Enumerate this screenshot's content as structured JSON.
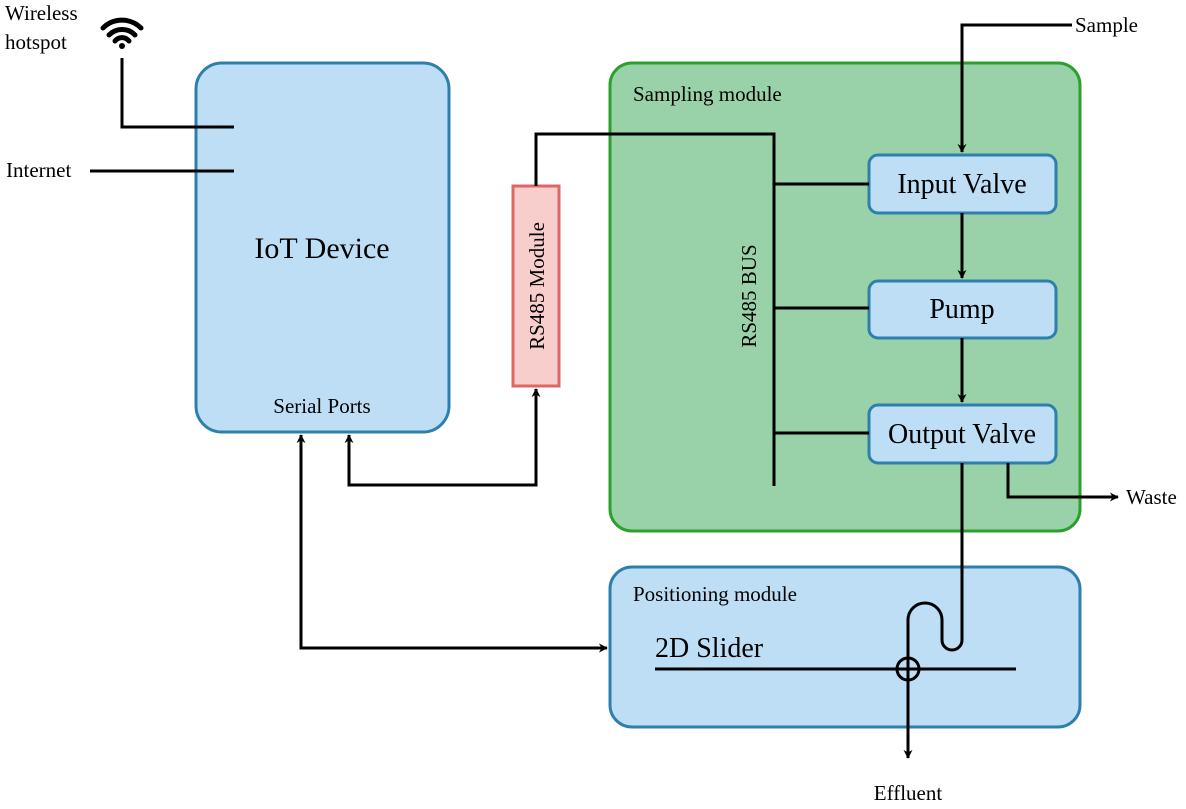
{
  "labels": {
    "wireless_hotspot_line1": "Wireless",
    "wireless_hotspot_line2": "hotspot",
    "internet": "Internet",
    "iot_device": "IoT Device",
    "serial_ports": "Serial Ports",
    "rs485_module": "RS485 Module",
    "sampling_module": "Sampling module",
    "rs485_bus": "RS485 BUS",
    "input_valve": "Input Valve",
    "pump": "Pump",
    "output_valve": "Output Valve",
    "sample": "Sample",
    "waste": "Waste",
    "positioning_module": "Positioning module",
    "slider_2d": "2D Slider",
    "effluent": "Effluent"
  },
  "colors": {
    "blue_fill": "#bddef5",
    "blue_stroke": "#2f7fad",
    "green_fill": "#99d2a9",
    "green_stroke": "#2ca02c",
    "red_fill": "#f8cecc",
    "red_stroke": "#e06666",
    "line": "#000000"
  },
  "icons": {
    "wifi": "wifi-icon"
  }
}
